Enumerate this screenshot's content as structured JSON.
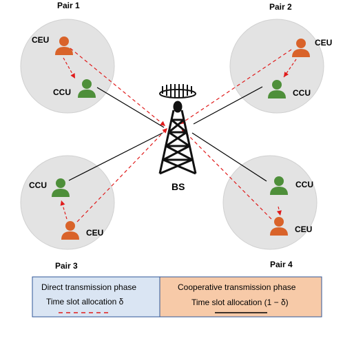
{
  "pairs": [
    {
      "label": "Pair 1",
      "ceu": "CEU",
      "ccu": "CCU"
    },
    {
      "label": "Pair 2",
      "ceu": "CEU",
      "ccu": "CCU"
    },
    {
      "label": "Pair 3",
      "ceu": "CEU",
      "ccu": "CCU"
    },
    {
      "label": "Pair 4",
      "ceu": "CEU",
      "ccu": "CCU"
    }
  ],
  "bs": {
    "label": "BS"
  },
  "legend": {
    "direct": {
      "title": "Direct transmission phase",
      "allocation": "Time slot allocation δ"
    },
    "cooperative": {
      "title": "Cooperative transmission phase",
      "allocation": "Time slot allocation (1 − δ)"
    }
  },
  "colors": {
    "ceu": "#d9632a",
    "ccu": "#4e8f3a",
    "circle": "#e3e3e3",
    "direct_box": "#dae5f3",
    "coop_box": "#f7caa8",
    "dashed_link": "#e01b1b",
    "solid_link": "#000000"
  },
  "icons": {
    "user": "person-icon",
    "bs": "tower-icon"
  }
}
